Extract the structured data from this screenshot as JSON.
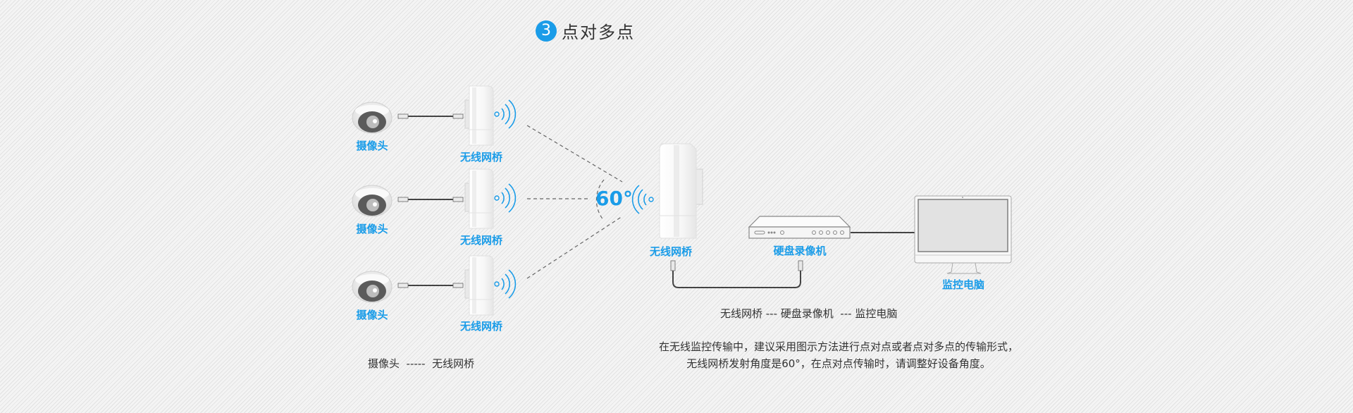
{
  "title": {
    "number": "3",
    "text": "点对多点"
  },
  "left_group": {
    "camera_label": "摄像头",
    "bridge_label": "无线网桥",
    "rows": [
      {
        "camera": "摄像头",
        "bridge": "无线网桥"
      },
      {
        "camera": "摄像头",
        "bridge": "无线网桥"
      },
      {
        "camera": "摄像头",
        "bridge": "无线网桥"
      }
    ],
    "caption": "摄像头  -----  无线网桥"
  },
  "angle": {
    "value": "60°"
  },
  "right_group": {
    "bridge_label": "无线网桥",
    "nvr_label": "硬盘录像机",
    "monitor_label": "监控电脑",
    "caption": "无线网桥 --- 硬盘录像机  --- 监控电脑"
  },
  "description": {
    "line1": "在无线监控传输中，建议采用图示方法进行点对点或者点对多点的传输形式，",
    "line2": "无线网桥发射角度是60°，在点对点传输时，请调整好设备角度。"
  },
  "colors": {
    "accent": "#1a9ce8",
    "text": "#333333",
    "background": "#f3f3f3"
  }
}
